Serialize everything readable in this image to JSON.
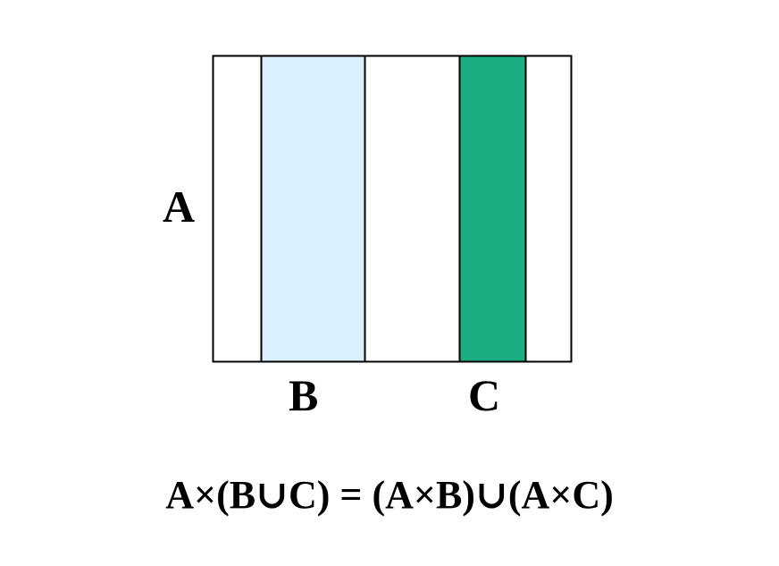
{
  "diagram": {
    "labels": {
      "a": "A",
      "b": "B",
      "c": "C"
    },
    "formula": "A×(B∪C) = (A×B)∪(A×C)",
    "colors": {
      "b_band": "#daf0fc",
      "c_band": "#1bae82",
      "background": "#ffffff",
      "stroke": "#000000"
    }
  }
}
